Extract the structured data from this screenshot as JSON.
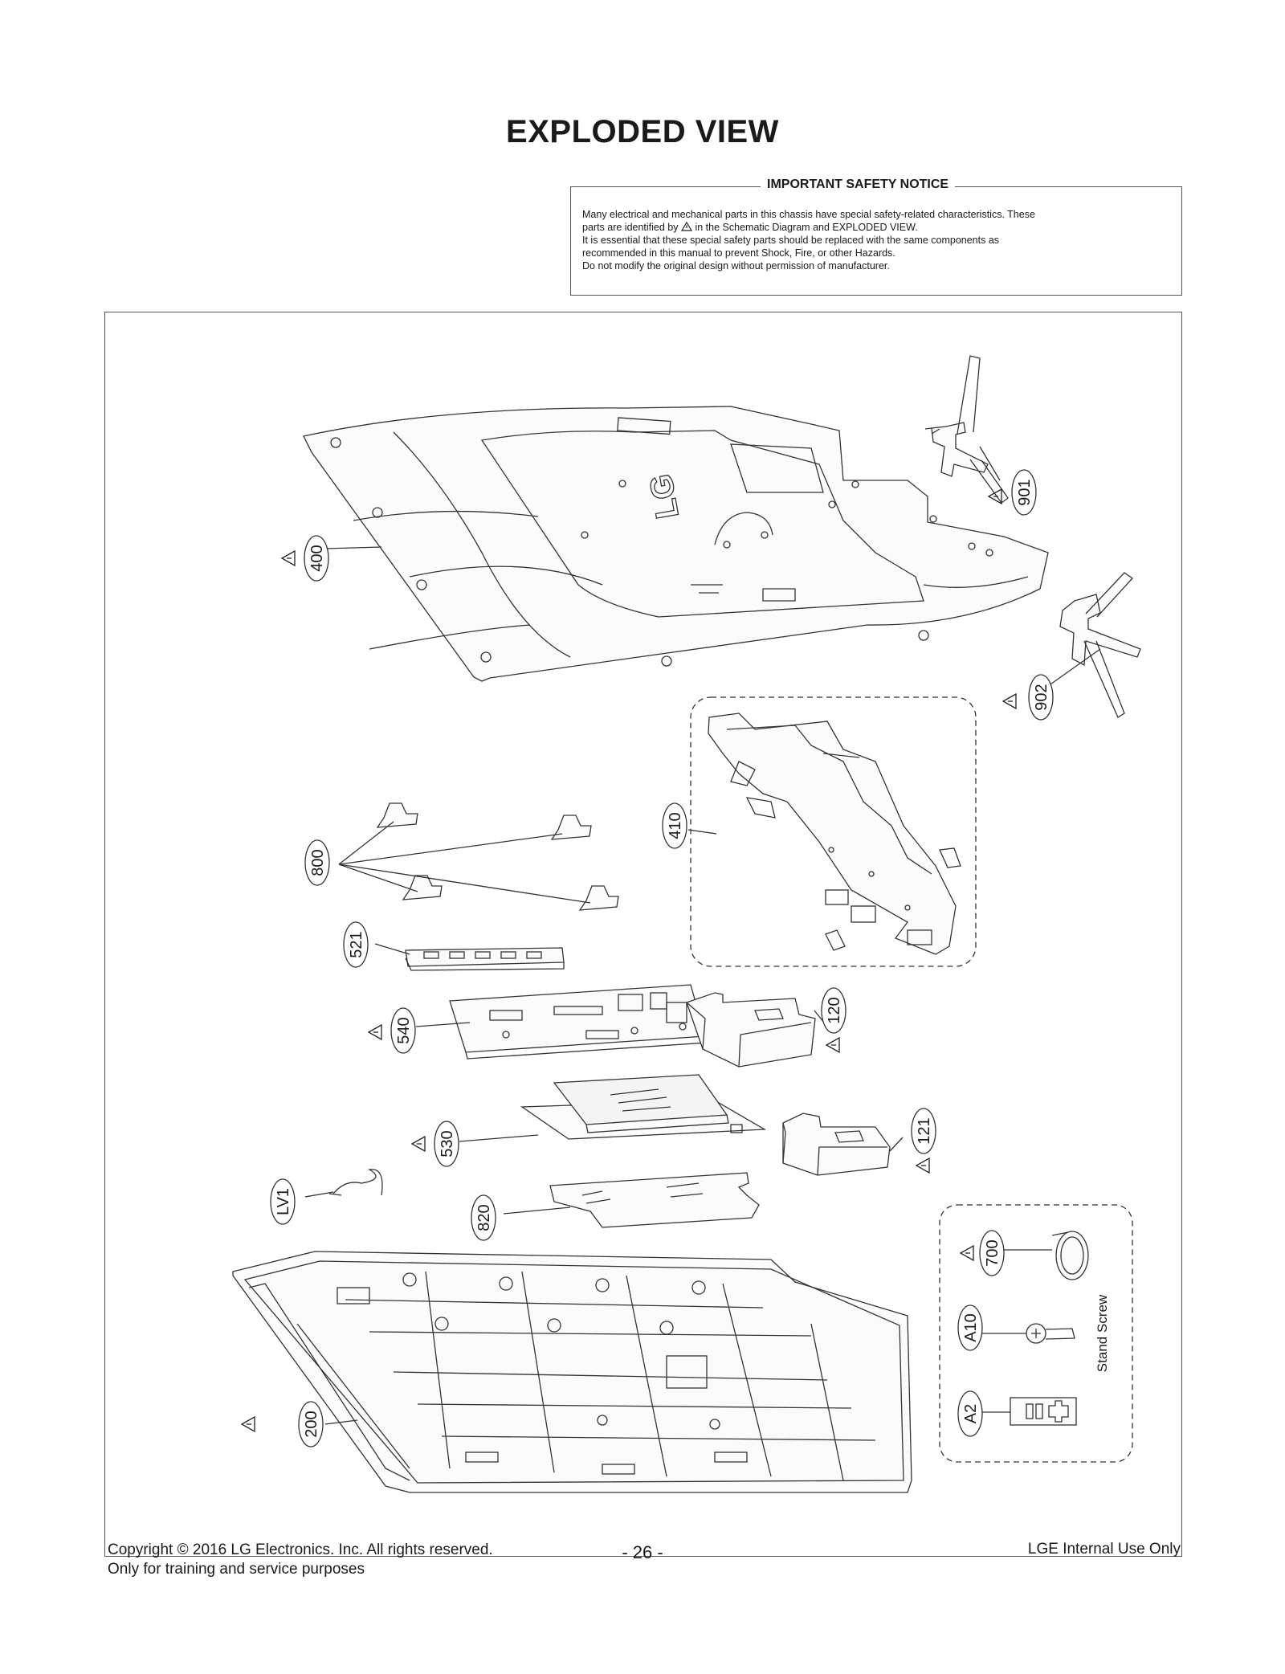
{
  "title": "EXPLODED VIEW",
  "notice": {
    "heading": "IMPORTANT SAFETY NOTICE",
    "line1": "Many electrical and mechanical parts in this chassis have special safety-related characteristics. These",
    "line2a": "parts are identified by",
    "line2b": "in the Schematic Diagram and EXPLODED VIEW.",
    "line3": "It is essential that these special safety parts should be replaced with the same components as",
    "line4": "recommended in this manual to prevent Shock, Fire, or other Hazards.",
    "line5": "Do not modify the original design without permission of manufacturer."
  },
  "labels": {
    "p901": "901",
    "p902": "902",
    "p400": "400",
    "p410": "410",
    "p800": "800",
    "p521": "521",
    "p540": "540",
    "p120": "120",
    "p530": "530",
    "p121": "121",
    "pLV1": "LV1",
    "p820": "820",
    "p200": "200",
    "p700": "700",
    "pA10": "A10",
    "pA2": "A2"
  },
  "stand_screw": "Stand Screw",
  "logo_text": "LG",
  "footer": {
    "copyright": "Copyright  © 2016 LG Electronics. Inc. All rights reserved.",
    "purpose": "Only for training and service purposes",
    "page": "- 26 -",
    "internal": "LGE Internal Use Only"
  }
}
